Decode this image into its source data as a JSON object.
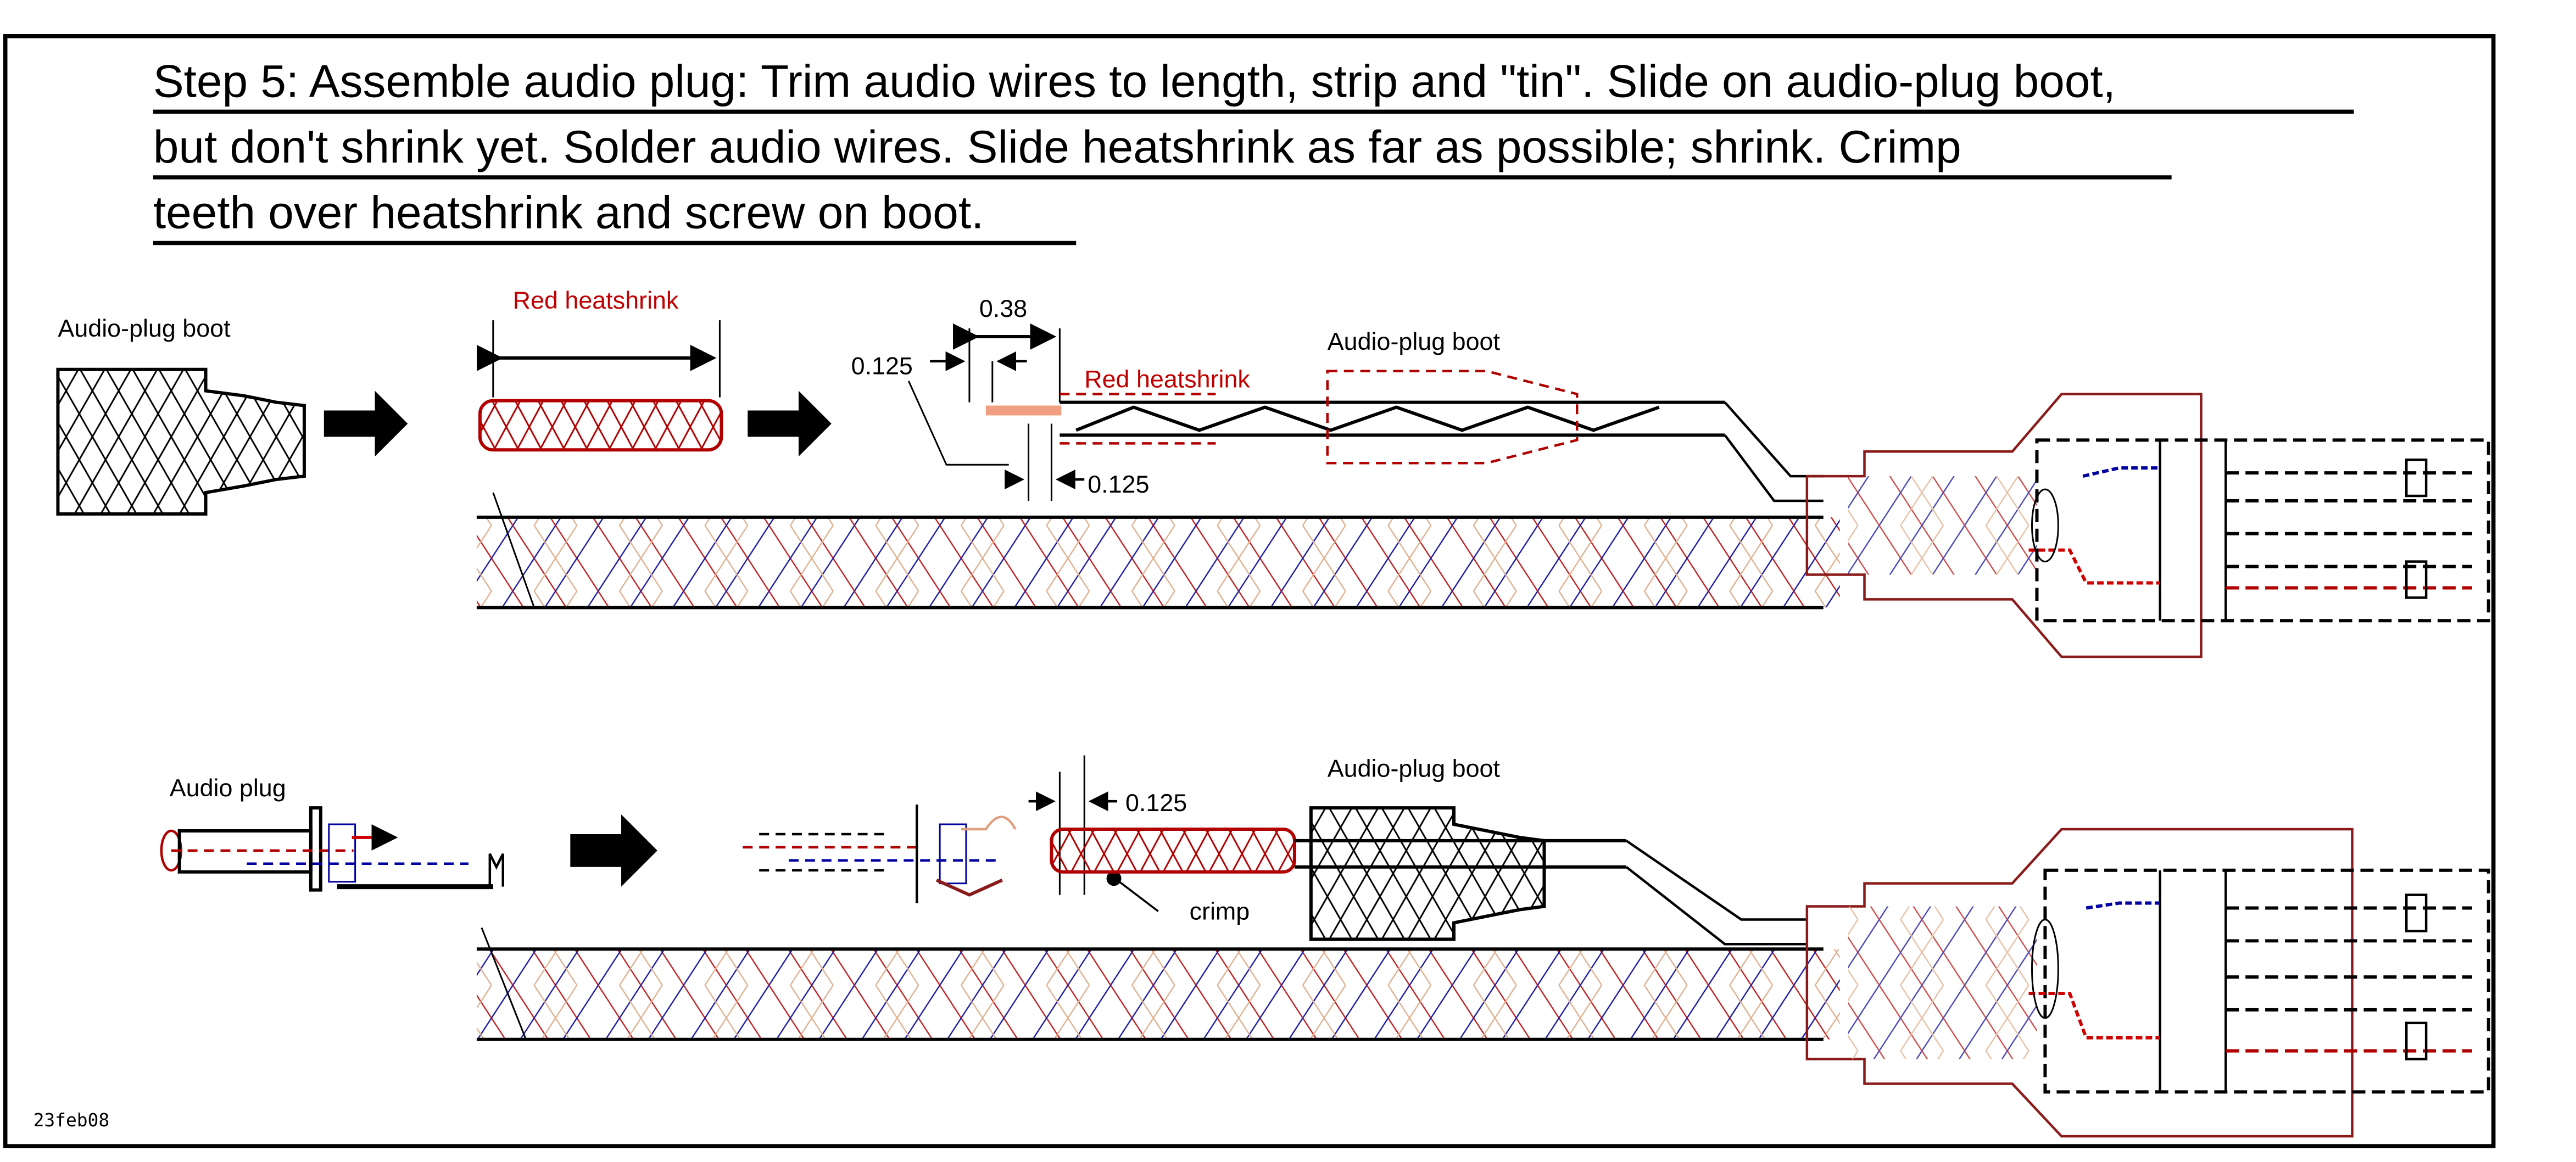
{
  "title": {
    "lines": [
      "Step 5: Assemble audio plug: Trim audio wires to length, strip and \"tin\". Slide on audio-plug boot,",
      "but don't shrink yet. Solder audio wires. Slide heatshrink as far as possible; shrink. Crimp",
      "teeth over heatshrink and screw on boot."
    ]
  },
  "top_row": {
    "boot_label": "Audio-plug boot",
    "heatshrink_label": "Red heatshrink",
    "dim_038": "0.38",
    "dim_0125_left": "0.125",
    "dim_0125_bottom": "0.125",
    "inline_heatshrink_label": "Red heatshrink",
    "inline_boot_label": "Audio-plug boot"
  },
  "bottom_row": {
    "plug_label": "Audio plug",
    "dim_0125": "0.125",
    "boot_label": "Audio-plug boot",
    "crimp_label": "crimp"
  },
  "footer": {
    "date": "23feb08"
  },
  "colors": {
    "ink": "#000000",
    "heatshrink_red": "#c00000",
    "wire_blue": "#0000a0",
    "wire_red": "#d00000",
    "braid_tan": "#d8b8a0"
  }
}
